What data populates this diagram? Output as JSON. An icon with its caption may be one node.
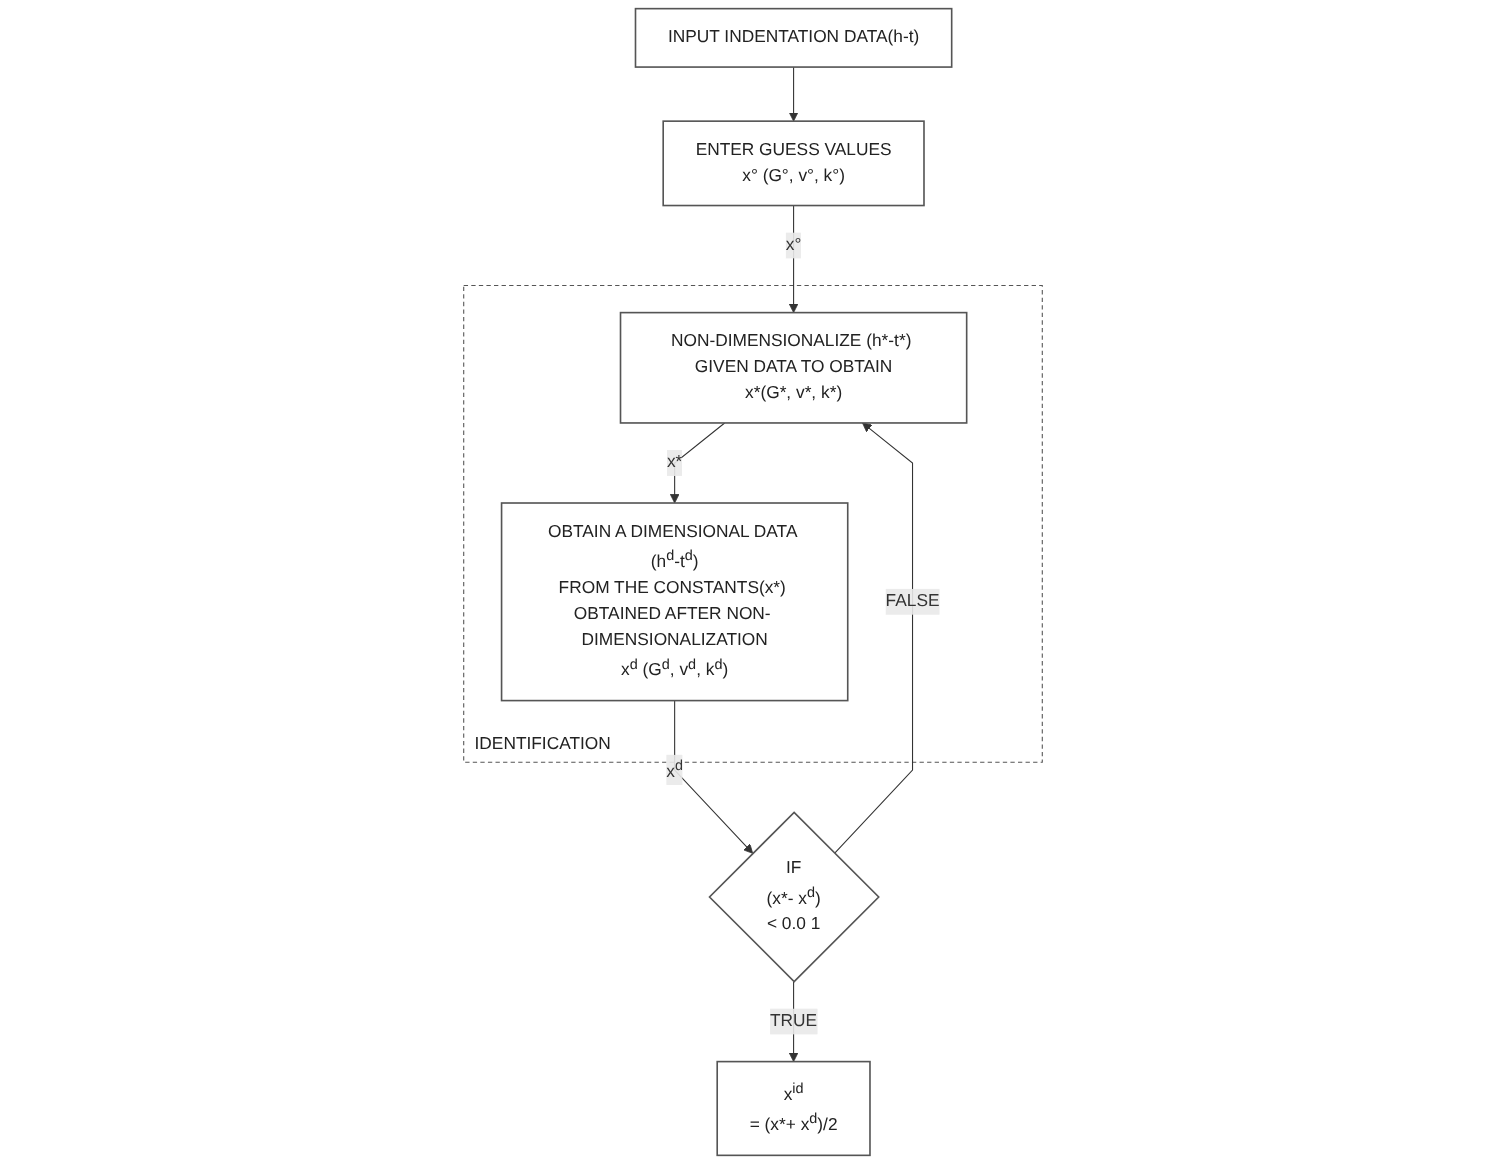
{
  "diagram": {
    "nodes": [
      {
        "text": [
          "INPUT INDENTATION DATA(h-t)"
        ]
      },
      {
        "text": [
          "ENTER GUESS VALUES",
          "x° (G°, v°, k°)"
        ]
      },
      {
        "text": [
          "IF",
          "(x*- x$^{d}$)",
          "< 0.0 1"
        ]
      },
      {
        "text": [
          "x$^{id}$",
          "= (x*+ x$^{d}$)/2"
        ]
      },
      {
        "text": [
          "IDENTIFICATION"
        ]
      },
      {
        "text": [
          "NON-DIMENSIONALIZE (h*-t*) GIVEN DATA TO OBTAIN",
          "x*(G*, v*, k*)"
        ],
        "in": 4
      },
      {
        "text": [
          "OBTAIN A DIMENSIONAL DATA (h$^{d}$-t$^{d}$)",
          "FROM THE CONSTANTS(x*) OBTAINED AFTER NON- DIMENSIONALIZATION",
          "x$^{d}$ (G$^{d}$, v$^{d}$, k$^{d}$)"
        ],
        "in": 4
      }
    ],
    "edges": [
      {
        "from": 0,
        "to": 1,
        "arrow": "to"
      },
      {
        "from": 1,
        "to": 5,
        "arrow": "to",
        "label": "x°"
      },
      {
        "from": 5,
        "to": 6,
        "arrow": "to",
        "label": "x*"
      },
      {
        "from": 6,
        "to": 2,
        "arrow": "to",
        "label": "x$^{d}$"
      },
      {
        "from": 2,
        "to": 3,
        "arrow": "to",
        "label": "TRUE"
      },
      {
        "from": 2,
        "to": 5,
        "arrow": "to",
        "label": "FALSE"
      }
    ]
  }
}
